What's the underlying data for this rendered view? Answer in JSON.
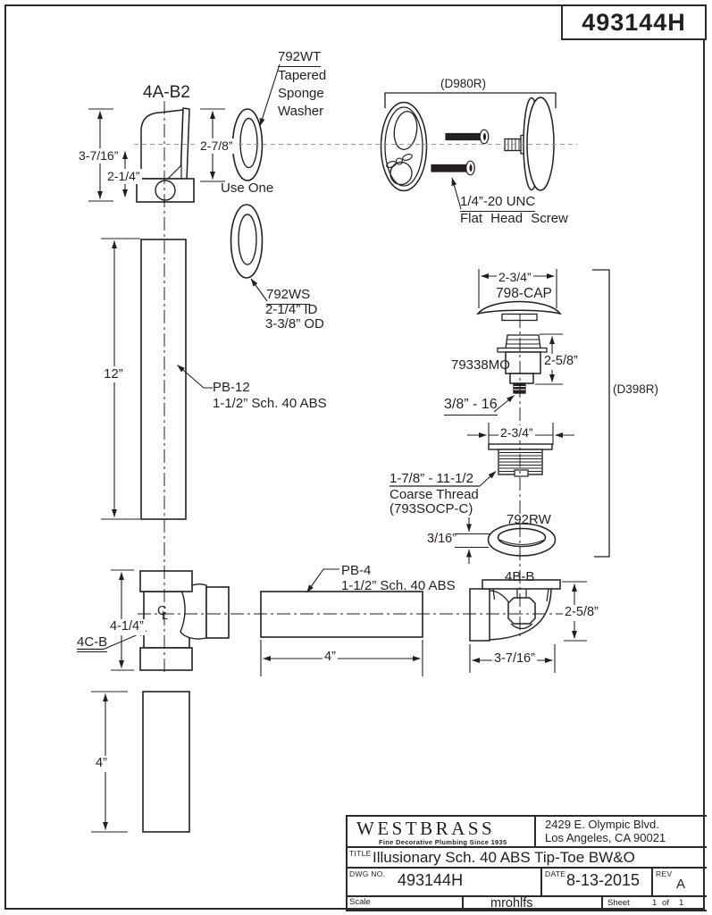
{
  "colors": {
    "ink": "#231f20",
    "centerline_gray": "#999999",
    "background": "#ffffff"
  },
  "header": {
    "drawing_number": "493144H"
  },
  "drawing": {
    "elbow_4ab2": {
      "part": "4A-B2",
      "dim_height": "3-7/16”",
      "dim_inner": "2-1/4”"
    },
    "washer_792wt": {
      "part": "792WT",
      "desc1": "Tapered",
      "desc2": "Sponge",
      "desc3": "Washer",
      "dim_height": "2-7/8”",
      "note": "Use One"
    },
    "overflow_group": {
      "label": "(D980R)",
      "screw_spec": "1/4”-20 UNC",
      "screw_type": "Flat Head Screw"
    },
    "washer_792ws": {
      "part": "792WS",
      "dim_id": "2-1/4” ID",
      "dim_od": "3-3/8” OD"
    },
    "pipe_pb12": {
      "part": "PB-12",
      "spec": "1-1/2” Sch. 40 ABS",
      "dim_length": "12”"
    },
    "cap_798": {
      "part": "798-CAP",
      "dim_width": "2-3/4”"
    },
    "stopper_79338mo": {
      "part": "79338MO",
      "dim_height": "2-5/8”",
      "thread": "3/8” - 16"
    },
    "drain_group": {
      "label": "(D398R)"
    },
    "strainer_793socp": {
      "dim_width": "2-3/4”",
      "thread_spec": "1-7/8” - 11-1/2",
      "thread_desc": "Coarse Thread",
      "part": "(793SOCP-C)"
    },
    "washer_792rw": {
      "part": "792RW",
      "dim_thickness": "3/16”"
    },
    "tee_4cb": {
      "part": "4C-B",
      "dim_height": "4-1/4”",
      "cl_c": "C",
      "cl_l": "L"
    },
    "pipe_pb4": {
      "part": "PB-4",
      "spec": "1-1/2” Sch. 40 ABS",
      "dim_length": "4”"
    },
    "elbow_4bb": {
      "part": "4B-B",
      "dim_height": "2-5/8”",
      "dim_width": "3-7/16”"
    },
    "pipe_4in": {
      "dim_length": "4”"
    }
  },
  "title_block": {
    "company": "WESTBRASS",
    "tagline": "Fine Decorative Plumbing Since 1935",
    "address1": "2429 E. Olympic Blvd.",
    "address2": "Los Angeles, CA 90021",
    "title_label": "TITLE",
    "title": "Illusionary Sch. 40 ABS Tip-Toe BW&O",
    "dwg_label": "DWG NO.",
    "dwg_no": "493144H",
    "date_label": "DATE",
    "date": "8-13-2015",
    "rev_label": "REV",
    "rev": "A",
    "scale_label": "Scale",
    "drawn_by": "mrohlfs",
    "sheet_label": "Sheet",
    "sheet_no": "1",
    "sheet_of": "of",
    "sheet_total": "1"
  }
}
